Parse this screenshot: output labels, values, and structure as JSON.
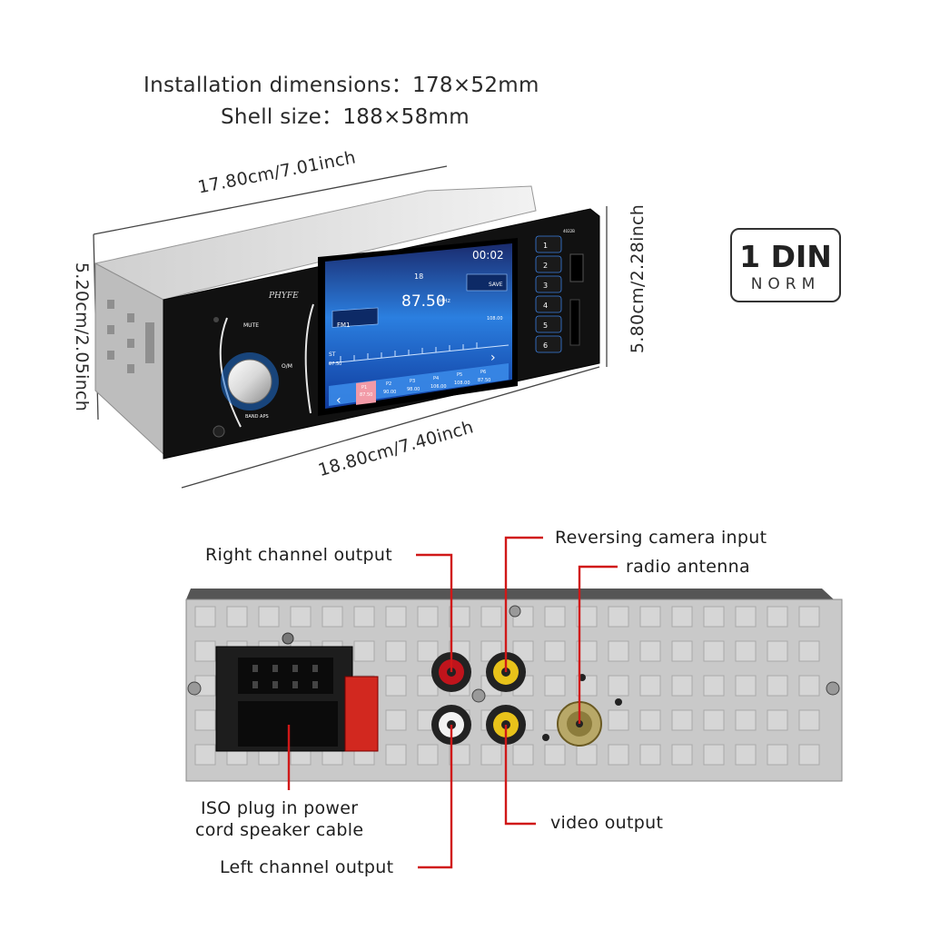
{
  "specs": {
    "installation_dimensions": "Installation dimensions：178×52mm",
    "shell_size": "Shell size：188×58mm"
  },
  "dimensions": {
    "top_width": "17.80cm/7.01inch",
    "bottom_width": "18.80cm/7.40inch",
    "left_height": "5.20cm/2.05inch",
    "right_height": "5.80cm/2.28inch"
  },
  "badge": {
    "main": "1 DIN",
    "sub": "NORM"
  },
  "radio_screen": {
    "brand": "PHYFE",
    "time": "00:02",
    "volume": "18",
    "frequency": "87.50",
    "unit": "MHz",
    "band": "FM1",
    "save_label": "SAVE",
    "scale_start": "87.50",
    "scale_end": "108.00",
    "st_label": "ST",
    "presets": [
      {
        "label": "P1",
        "value": "87.50"
      },
      {
        "label": "P2",
        "value": "90.00"
      },
      {
        "label": "P3",
        "value": "98.00"
      },
      {
        "label": "P4",
        "value": "106.00"
      },
      {
        "label": "P5",
        "value": "108.00"
      },
      {
        "label": "P6",
        "value": "87.50"
      }
    ],
    "left_buttons": [
      "MUTE",
      "O/M",
      "BAND APS"
    ],
    "right_buttons": [
      "1",
      "2",
      "3",
      "4",
      "5",
      "6"
    ],
    "model": "4022B"
  },
  "callouts": {
    "right_channel": "Right channel output",
    "reversing_camera": "Reversing camera input",
    "radio_antenna": "radio antenna",
    "iso_plug_1": "ISO plug in power",
    "iso_plug_2": "cord speaker cable",
    "video_output": "video output",
    "left_channel": "Left channel output"
  },
  "colors": {
    "callout_line": "#d01818",
    "screen_blue": "#1f6fd1",
    "rca_red": "#c0141c",
    "rca_yellow": "#e8c21a",
    "rca_white": "#f2f2f2",
    "panel_grey": "#c7c7c7"
  }
}
